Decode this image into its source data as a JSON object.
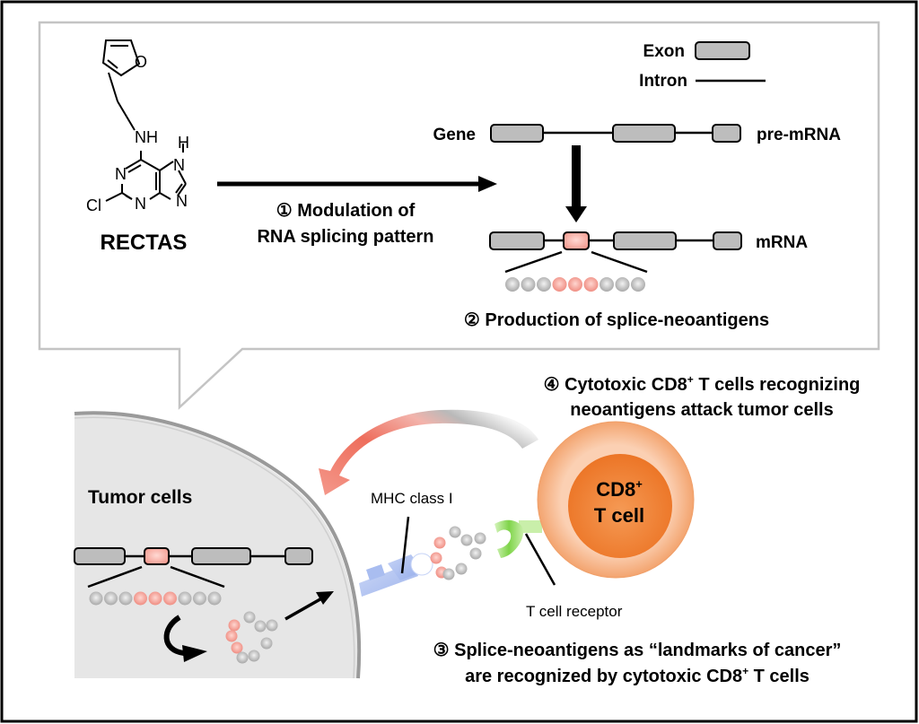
{
  "diagram": {
    "compound": {
      "name": "RECTAS",
      "atoms": {
        "nh": "NH",
        "h": "H",
        "n1": "N",
        "n2": "N",
        "n3": "N",
        "n4": "N",
        "o": "O",
        "cl": "Cl"
      }
    },
    "legend": {
      "exon": "Exon",
      "intron": "Intron"
    },
    "gene_row": {
      "left_label": "Gene",
      "right_label": "pre-mRNA"
    },
    "mrna_row": {
      "right_label": "mRNA"
    },
    "steps": {
      "step1": {
        "marker": "①",
        "line1": "Modulation of",
        "line2": "RNA splicing pattern"
      },
      "step2": {
        "marker": "②",
        "text": "Production of splice-neoantigens"
      },
      "step3": {
        "marker": "③",
        "line1": "Splice-neoantigens as “landmarks of cancer”",
        "line2_pre": "are recognized by cytotoxic CD8",
        "line2_sup": "+",
        "line2_post": " T cells"
      },
      "step4": {
        "marker": "④",
        "line1_pre": "Cytotoxic CD8",
        "line1_sup": "+",
        "line1_post": " T cells recognizing",
        "line2": "neoantigens attack tumor cells"
      }
    },
    "tumor_cells": {
      "label": "Tumor cells"
    },
    "labels": {
      "mhc": "MHC class I",
      "tcr": "T cell receptor",
      "tcell_line1_pre": "CD8",
      "tcell_line1_sup": "+",
      "tcell_line2": "T cell"
    },
    "peptide": {
      "sequence": [
        "normal",
        "normal",
        "normal",
        "neo",
        "neo",
        "neo",
        "normal",
        "normal",
        "normal"
      ]
    },
    "colors": {
      "exon_fill": "#bdbdbd",
      "neo_exon_fill": "#f4a49a",
      "neo_bead": "#f29a90",
      "normal_bead": "#b8b8b8",
      "tumor_fill": "#e6e6e6",
      "tcell_outer": "#f7b48a",
      "tcell_inner": "#ee7a2e",
      "mhc": "#a9bdf0",
      "tcr": "#8fdb5a",
      "attack_arrow": "#ef6f5e"
    }
  }
}
